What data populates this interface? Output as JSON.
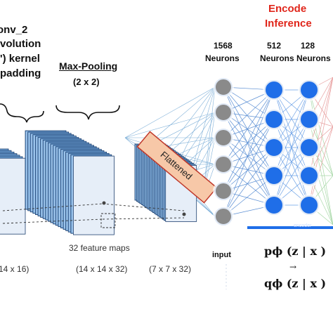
{
  "conv": {
    "line1": "onv_2",
    "line2": "volution",
    "line3": "') kernel",
    "line4": "padding"
  },
  "pool": {
    "title": "Max-Pooling",
    "size": "(2 x 2)"
  },
  "encode": {
    "line1": "Encode",
    "line2": "Inference"
  },
  "layers": {
    "l1_count": "1568",
    "l1_unit": "Neurons",
    "l2_count": "512",
    "l2_unit": "Neurons",
    "l3_count": "128",
    "l3_unit": "Neurons"
  },
  "flattened": "Flattened",
  "feature_maps": "32 feature maps",
  "dims": {
    "d1": "14 x 16)",
    "d2": "(14 x 14 x 32)",
    "d3": "(7 x 7 x 32)"
  },
  "input_label": "input",
  "bar_label": "encoder",
  "posterior": {
    "p": "pϕ (z | x )",
    "arrow": "→",
    "q": "qϕ (z | x )"
  },
  "colors": {
    "red": "#e0261b",
    "slab_face": "#6fa3d6",
    "slab_side": "#9cc3ea",
    "neuron_gray": "#8a8a8a",
    "neuron_blue": "#1f6ee8",
    "flattened_fill": "#f7c8a8",
    "flattened_edge": "#c0392b"
  }
}
